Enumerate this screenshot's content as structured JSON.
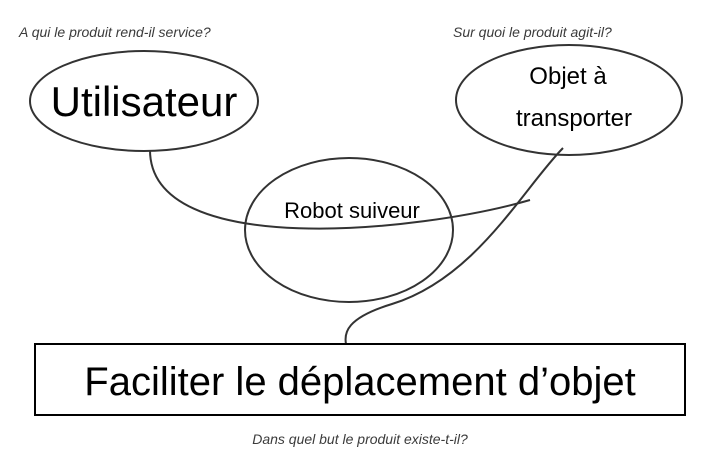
{
  "questions": {
    "who": "A qui le produit rend-il service?",
    "on_what": "Sur quoi le produit agit-il?",
    "purpose": "Dans quel but le produit existe-t-il?"
  },
  "nodes": {
    "user": "Utilisateur",
    "object_line1": "Objet à",
    "object_line2": "transporter",
    "product": "Robot suiveur",
    "function": "Faciliter le déplacement d’objet"
  },
  "colors": {
    "stroke": "#333333",
    "question_text": "#3b3b3b"
  }
}
